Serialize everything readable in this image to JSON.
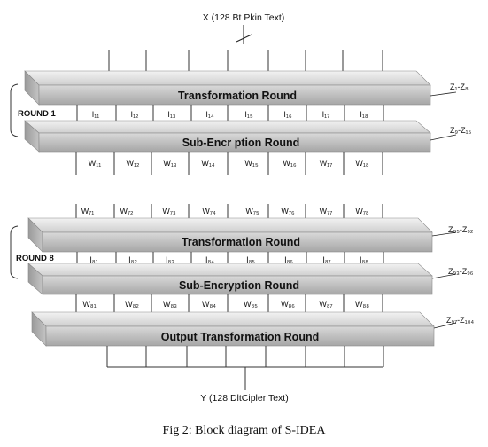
{
  "input_label": "X (128 Bt Pkin Text)",
  "output_label": "Y (128 DltCipler Text)",
  "caption": "Fig 2: Block diagram of S-IDEA",
  "round1": {
    "label": "ROUND 1",
    "transformation": {
      "title": "Transformation Round",
      "key_label": "Z₁-Z₈"
    },
    "sub_encryption": {
      "title": "Sub-Encr ption Round",
      "key_label": "Z₉-Z₁₅"
    },
    "intermediate_labels": [
      "I₁₁",
      "I₁₂",
      "I₁₃",
      "I₁₄",
      "I₁₅",
      "I₁₆",
      "I₁₇",
      "I₁₈"
    ],
    "output_labels": [
      "W₁₁",
      "W₁₂",
      "W₁₃",
      "W₁₄",
      "W₁₅",
      "W₁₆",
      "W₁₇",
      "W₁₈"
    ]
  },
  "round8": {
    "label": "ROUND 8",
    "input_labels": [
      "W₇₁",
      "W₇₂",
      "W₇₃",
      "W₇₄",
      "W₇₅",
      "W₇₆",
      "W₇₇",
      "W₇₈"
    ],
    "transformation": {
      "title": "Transformation Round",
      "key_label": "Z₈₅-Z₉₂"
    },
    "sub_encryption": {
      "title": "Sub-Encryption Round",
      "key_label": "Z₉₃-Z₉₆"
    },
    "intermediate_labels": [
      "I₈₁",
      "I₈₂",
      "I₈₃",
      "I₈₄",
      "I₈₅",
      "I₈₆",
      "I₈₇",
      "I₈₈"
    ],
    "output_labels": [
      "W₈₁",
      "W₈₂",
      "W₈₃",
      "W₈₄",
      "W₈₅",
      "W₈₆",
      "W₈₇",
      "W₈₈"
    ]
  },
  "output_transformation": {
    "title": "Output Transformation Round",
    "key_label": "Z₉₇-Z₁₀₄"
  }
}
